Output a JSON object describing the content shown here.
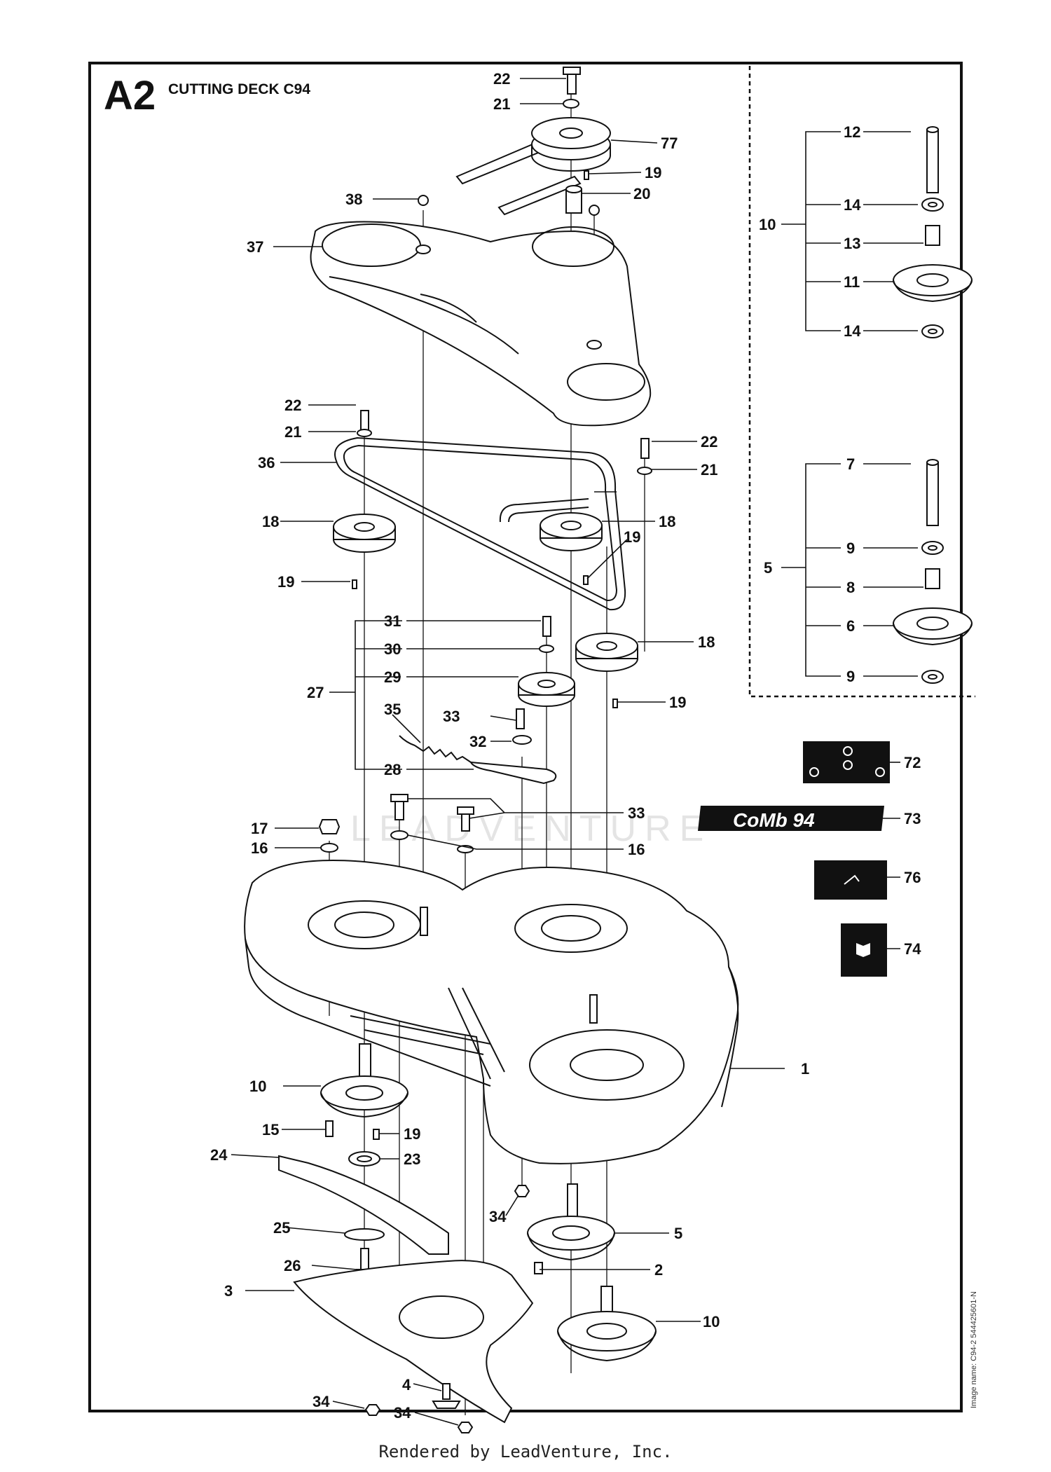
{
  "sheet": {
    "code": "A2",
    "title": "CUTTING DECK C94",
    "image_name": "Image name: C94-2 544425601-N"
  },
  "footer": "Rendered by LeadVenture, Inc.",
  "watermark": "LEADVENTURE",
  "decal_73_text": "CoMb 94",
  "callouts": {
    "c22a": "22",
    "c21a": "21",
    "c77": "77",
    "c19a": "19",
    "c20": "20",
    "c38": "38",
    "c37": "37",
    "c22b": "22",
    "c21b": "21",
    "c22c": "22",
    "c21c": "21",
    "c36": "36",
    "c18a": "18",
    "c18b": "18",
    "c19b": "19",
    "c19c": "19",
    "c31": "31",
    "c30": "30",
    "c29": "29",
    "c27": "27",
    "c18c": "18",
    "c19d": "19",
    "c35": "35",
    "c33a": "33",
    "c32": "32",
    "c28": "28",
    "c17": "17",
    "c16a": "16",
    "c33b": "33",
    "c16b": "16",
    "c10a": "10",
    "c1": "1",
    "c15": "15",
    "c19e": "19",
    "c24": "24",
    "c23": "23",
    "c34a": "34",
    "c5": "5",
    "c25": "25",
    "c26": "26",
    "c2": "2",
    "c3": "3",
    "c10b": "10",
    "c34b": "34",
    "c4": "4",
    "c34c": "34",
    "c12": "12",
    "c10c": "10",
    "c14a": "14",
    "c13": "13",
    "c11": "11",
    "c14b": "14",
    "c7": "7",
    "c5b": "5",
    "c9a": "9",
    "c8": "8",
    "c6": "6",
    "c9b": "9",
    "c72": "72",
    "c73": "73",
    "c76": "76",
    "c74": "74"
  }
}
